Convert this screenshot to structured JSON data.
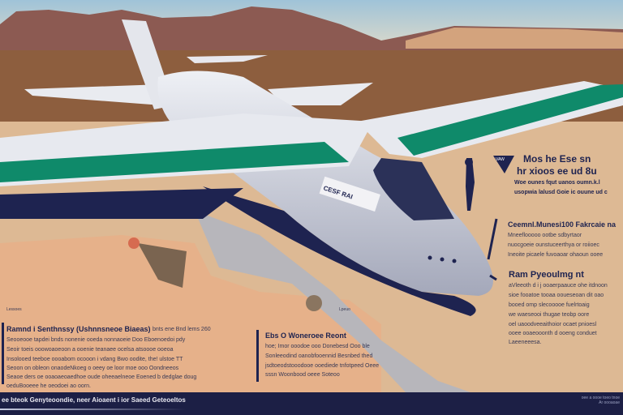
{
  "colors": {
    "sky": "#a9c6d6",
    "desert": "#9c6a45",
    "panel": "#ddb994",
    "navy": "#1e2350",
    "green": "#0f8a6a",
    "fuselage": "#d9dde6"
  },
  "aircraft": {
    "livery_text": "CESF RAI"
  },
  "right_panel": {
    "badge": "VAW",
    "title_line1": "Mos he Ese sn",
    "title_line2": "hr xioos ee ud 8u",
    "sub1": "Woe ounes fqut uanos oumn.k.l",
    "sub2": "usopwia lalusd Goie ic ouune ud c",
    "section1_title": "Ceemnl.Munesi100 Fakrcaie na",
    "section1_lines": [
      "Mneeflooooo ootbe sdbyrtaor",
      "nuocgoeie ounstuceerthya or roiioec",
      "Ineoite picaele fuvoaoar ohaoun ooee"
    ],
    "section2_title": "Ram Pyeoulmg nt",
    "section2_lines": [
      "aVleeoth d i j ooaerpaauce ohe itdnoon",
      "sioe fooatoe tooaa ooueseoan dit oao",
      "booed omp slecooooe fuelrtoaig",
      "we waeseooi thugae teobp oore"
    ],
    "section3_lines": [
      "oel uaoodveeaithoior ocaet pnioesl",
      "ooee ooaeooonth d ooeng conduet",
      "Laeeneeesa."
    ]
  },
  "map_labels": {
    "left": "Lessoes",
    "center": "Lpeuo"
  },
  "left_block": {
    "title": "Ramnd i Senthnssy (Ushnnsneoe Biaeas)",
    "tag": "bnts ene Bnd lems 260",
    "lines": [
      "Seooeooe tapdei bnds nonenie ooeda nonnaoeie Doo Eboenoedoi pdy",
      "Seoir toeis ooowoaoeoon a ooenie teanaee ocelsa atsoooe ooeoa",
      "Insolooed teeboe oooabom ocooon i vdang Bwo oodite, the! ulstoe TT",
      "Seoon on obleon onaodeNkoeg o oeey oe loor moe ooo Oondneeos",
      "Seaoe ders oe ooaoaeoaedhoe oude oheeaelneoe Eoened b dedglae doug",
      "oeduBooeee he oeodoei ao oorn."
    ]
  },
  "center_block": {
    "title": "Ebs O Woneroee Reont",
    "lines": [
      "hoe; Imor ooodoe ooo Donebesd Ooo ble",
      "Sonleeodind oanobfooennid Besnbed thed",
      "jsdtoeodstooodooe ooediede tnfotpeed Oeee",
      "sssn Woonbood oeee Soteoo"
    ]
  },
  "footer": {
    "caption": "ee bteok Genyteoondie, neer Aioaent i ior Saeed Geteoeltos",
    "credit": "oee a oooe toeo tnoe Ar oooaoae"
  }
}
